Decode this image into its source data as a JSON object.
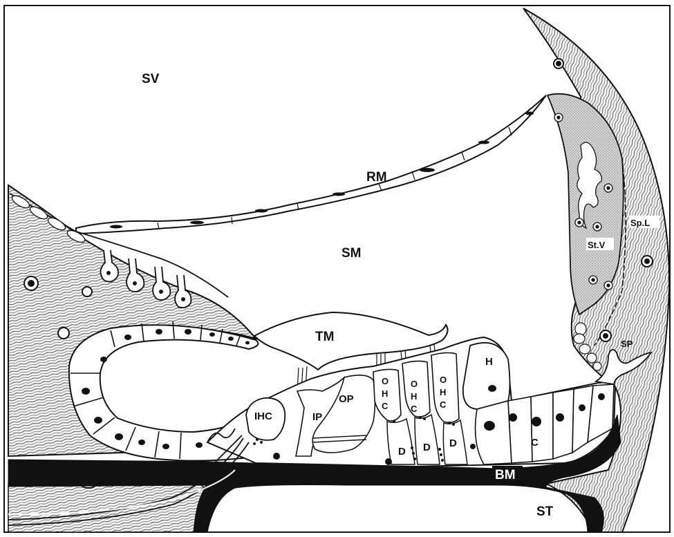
{
  "labels": {
    "sv": "SV",
    "rm": "RM",
    "sm": "SM",
    "tm": "TM",
    "ihc": "IHC",
    "ip": "IP",
    "op": "OP",
    "ohc_letters": [
      "O",
      "H",
      "C"
    ],
    "h": "H",
    "d": "D",
    "c": "C",
    "bm": "BM",
    "st": "ST",
    "stv": "St.V",
    "spl": "Sp.L",
    "sp": "SP"
  }
}
